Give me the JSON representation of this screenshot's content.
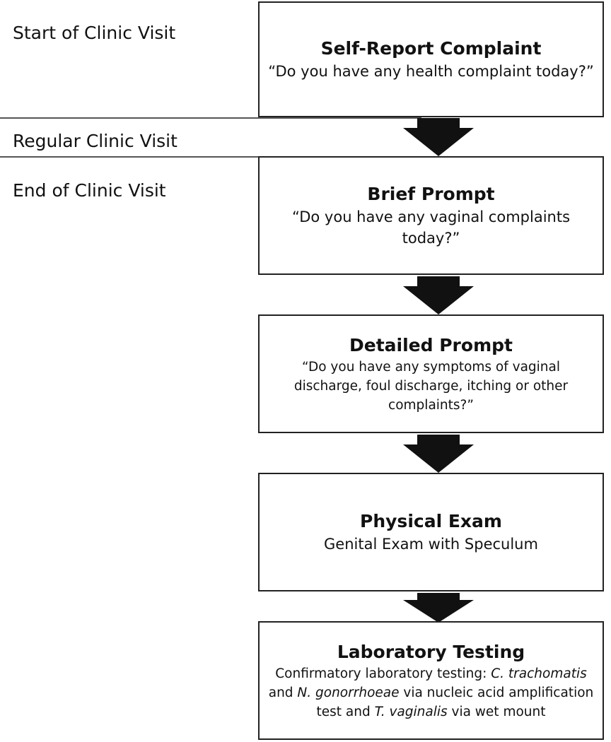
{
  "sidebar": {
    "start": "Start of Clinic Visit",
    "regular": "Regular Clinic Visit",
    "end": "End of Clinic Visit"
  },
  "steps": [
    {
      "title": "Self-Report Complaint",
      "text": "“Do you have any health complaint today?”"
    },
    {
      "title": "Brief Prompt",
      "text": "“Do you have any vaginal complaints today?”"
    },
    {
      "title": "Detailed Prompt",
      "text": "“Do you have any symptoms of vaginal discharge, foul discharge, itching or other complaints?”"
    },
    {
      "title": "Physical Exam",
      "text": "Genital Exam with Speculum"
    },
    {
      "title": "Laboratory Testing",
      "lab_parts": [
        "Confirmatory laboratory testing: ",
        "C. trachomatis",
        " and ",
        "N. gonorrhoeae",
        " via nucleic acid amplification test and ",
        "T. vaginalis",
        " via wet mount"
      ]
    }
  ]
}
